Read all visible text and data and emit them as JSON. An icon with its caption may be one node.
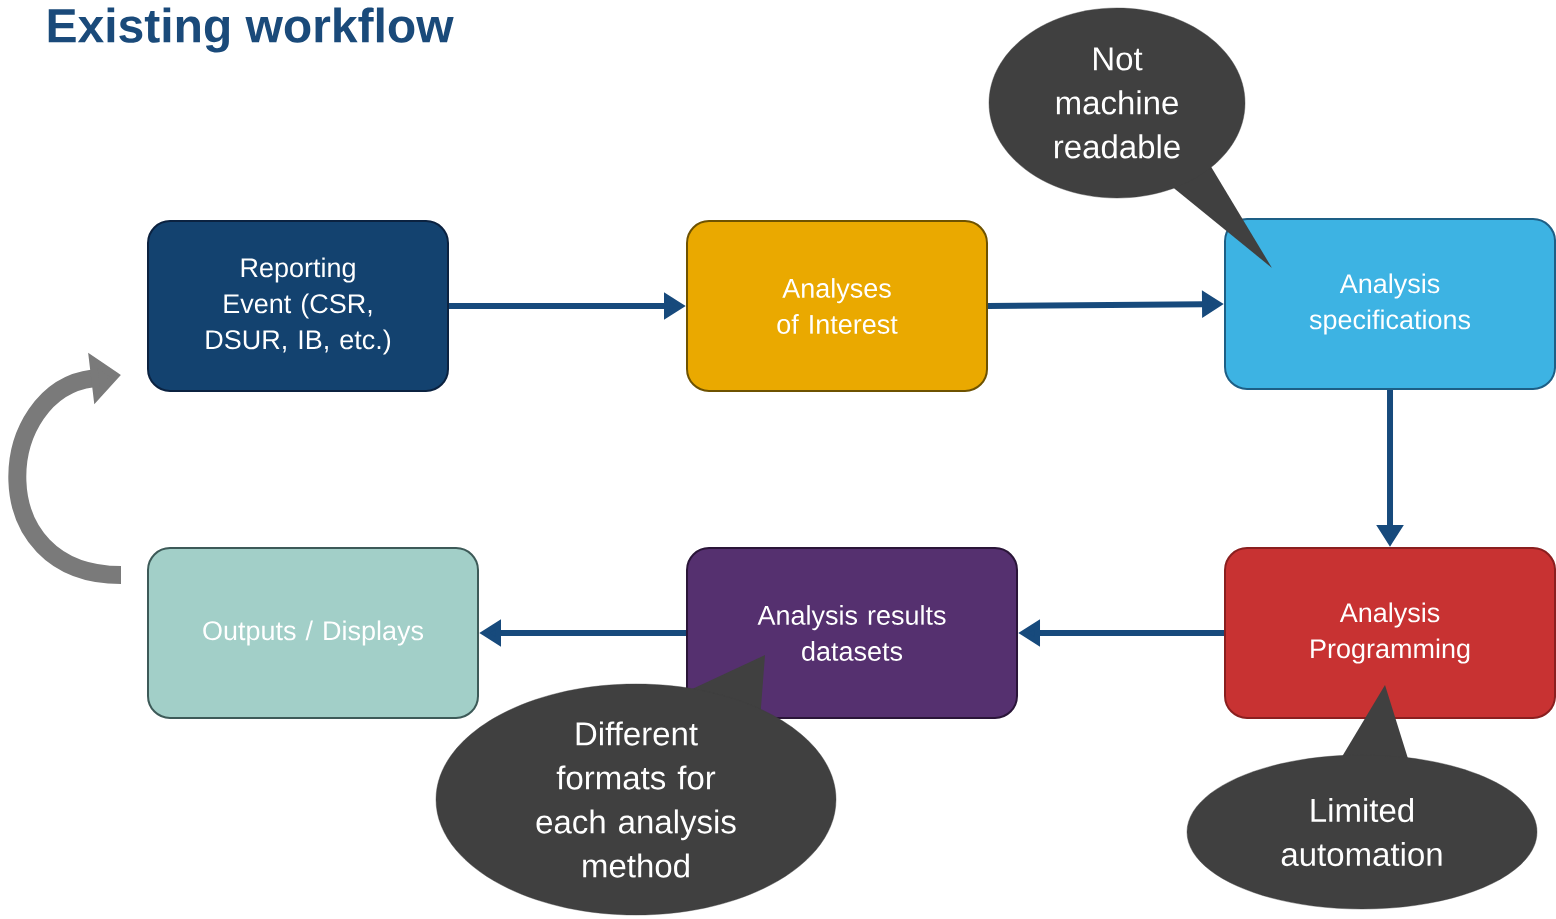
{
  "diagram": {
    "title": "Existing workflow",
    "nodes": [
      {
        "text": [
          "Reporting Event (CSR, DSUR, IB, etc.)"
        ]
      },
      {
        "text": [
          "Analyses of Interest"
        ]
      },
      {
        "text": [
          "Analysis specifications"
        ]
      },
      {
        "text": [
          "Analysis Programming"
        ]
      },
      {
        "text": [
          "Analysis results datasets"
        ]
      },
      {
        "text": [
          "Outputs / Displays"
        ]
      },
      {
        "text": [
          "Not machine readable"
        ]
      },
      {
        "text": [
          "Different formats for each analysis method"
        ]
      },
      {
        "text": [
          "Limited automation"
        ]
      }
    ],
    "edges": [
      {
        "from": 0,
        "to": 1,
        "arrow": "to"
      },
      {
        "from": 1,
        "to": 2,
        "arrow": "to"
      },
      {
        "from": 2,
        "to": 3,
        "arrow": "to"
      },
      {
        "from": 3,
        "to": 4,
        "arrow": "to"
      },
      {
        "from": 4,
        "to": 5,
        "arrow": "to"
      },
      {
        "from": 5,
        "to": 0,
        "arrow": "to",
        "style": "thick",
        "color": "#7a7a7a"
      }
    ]
  }
}
